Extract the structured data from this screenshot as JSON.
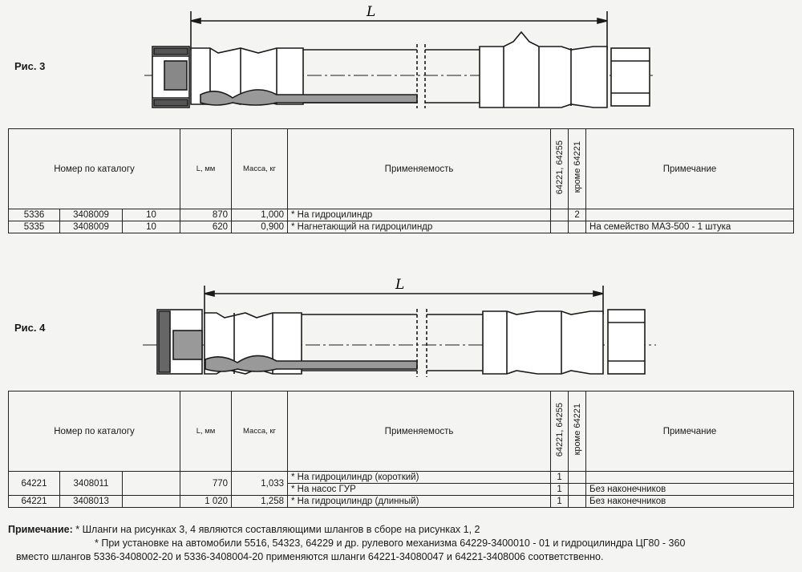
{
  "figure3": {
    "label": "Рис. 3",
    "dimension_label": "L",
    "table": {
      "headers": {
        "catalog": "Номер по каталогу",
        "length": "L, мм",
        "mass": "Масса, кг",
        "usage": "Применяемость",
        "model_a": "64221, 64255",
        "model_b": "кроме 64221",
        "note": "Примечание"
      },
      "rows": [
        {
          "c1": "5336",
          "c2": "3408009",
          "c3": "10",
          "length": "870",
          "mass": "1,000",
          "usage": "* На гидроцилиндр",
          "a": "",
          "b": "2",
          "note": ""
        },
        {
          "c1": "5335",
          "c2": "3408009",
          "c3": "10",
          "length": "620",
          "mass": "0,900",
          "usage": "* Нагнетающий на гидроцилиндр",
          "a": "",
          "b": "",
          "note": "На семейство МАЗ-500 - 1 штука"
        }
      ]
    }
  },
  "figure4": {
    "label": "Рис. 4",
    "dimension_label": "L",
    "table": {
      "headers": {
        "catalog": "Номер по каталогу",
        "length": "L, мм",
        "mass": "Масса, кг",
        "usage": "Применяемость",
        "model_a": "64221, 64255",
        "model_b": "кроме 64221",
        "note": "Примечание"
      },
      "rows": [
        {
          "c1": "64221",
          "c2": "3408011",
          "length": "770",
          "mass": "1,033",
          "usage1": "* На гидроцилиндр (короткий)",
          "a1": "1",
          "note1": "",
          "usage2": "* На насос ГУР",
          "a2": "1",
          "note2": "Без наконечников"
        },
        {
          "c1": "64221",
          "c2": "3408013",
          "length": "1 020",
          "mass": "1,258",
          "usage": "* На гидроцилиндр (длинный)",
          "a": "1",
          "note": "Без наконечников"
        }
      ]
    }
  },
  "footnote": {
    "label": "Примечание:",
    "line1": "* Шланги на рисунках 3, 4 являются составляющими шлангов в сборе на рисунках 1, 2",
    "line2": "* При установке на автомобили 5516, 54323, 64229 и др. рулевого механизма 64229-3400010 - 01 и гидроцилиндра ЦГ80 - 360",
    "line3": "вместо шлангов 5336-3408002-20 и 5336-3408004-20 применяются шланги 64221-34080047 и 64221-3408006 соответственно."
  }
}
